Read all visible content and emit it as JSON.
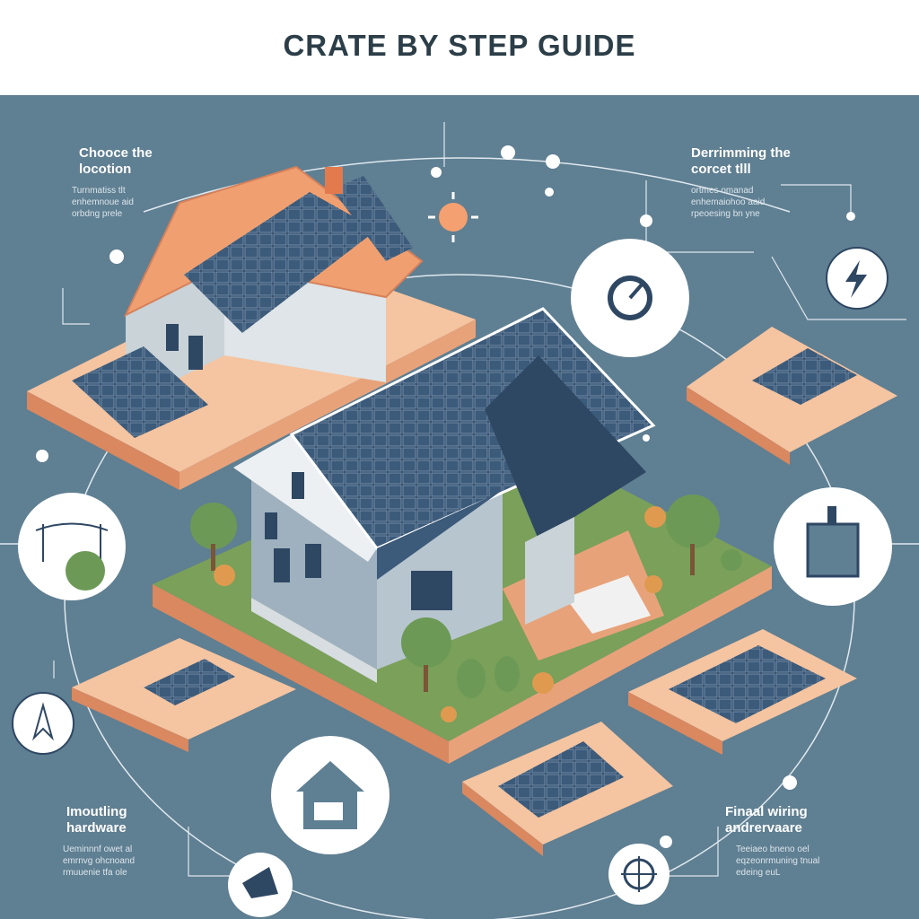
{
  "page": {
    "title": "CRATE BY STEP GUIDE"
  },
  "colors": {
    "background": "#5f7f92",
    "panel": "#2e4763",
    "roof": "#f0a070",
    "grass": "#7aa05a",
    "platform": "#f5c4a0"
  },
  "steps": [
    {
      "title_lines": [
        "Chooce the",
        "locotion"
      ],
      "desc_lines": [
        "Turnmatiss tlt",
        "enhemnoue aid",
        "orbdng prele"
      ]
    },
    {
      "title_lines": [
        "Derrimming the",
        "corcet tlll"
      ],
      "desc_lines": [
        "ortmes omanad",
        "enhemaiohoo aaid",
        "rpeoesing bn yne"
      ]
    },
    {
      "title_lines": [
        "Imoutling",
        "hardware"
      ],
      "desc_lines": [
        "Ueminnnf owet al",
        "emrnvg ohcnoand",
        "rmuuenie tfa ole"
      ]
    },
    {
      "title_lines": [
        "Finaal wiring",
        "andrervaare"
      ],
      "desc_lines": [
        "Teeiaeo bneno oel",
        "eqzeonrmuning tnual",
        "edeing euL"
      ]
    }
  ],
  "icons": [
    "sun-icon",
    "gauge-icon",
    "power-lines-icon",
    "lightning-icon",
    "inverter-icon",
    "house-icon",
    "compass-icon",
    "target-icon",
    "leaf-icon"
  ]
}
